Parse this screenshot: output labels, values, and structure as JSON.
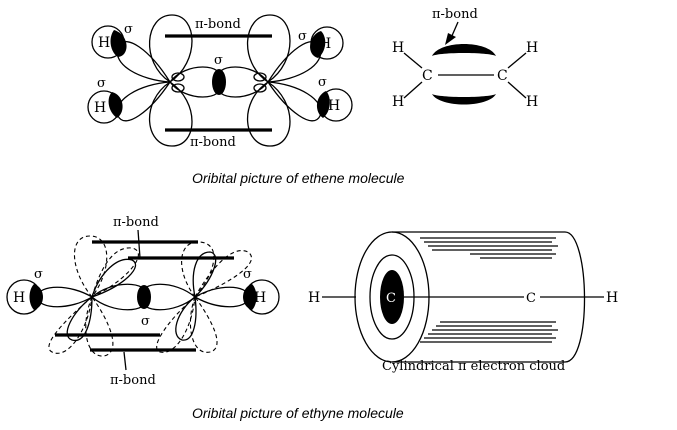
{
  "ethene": {
    "caption": "Oribital picture of ethene molecule",
    "pi_bond_top": "π-bond",
    "pi_bond_bottom": "π-bond",
    "pi_bond_simple": "π-bond",
    "sigma": "σ",
    "atoms": {
      "h": "H",
      "c": "C"
    }
  },
  "ethyne": {
    "caption": "Oribital picture of ethyne molecule",
    "pi_bond_top": "π-bond",
    "pi_bond_bottom": "π-bond",
    "sigma": "σ",
    "atoms": {
      "h": "H",
      "c": "C"
    },
    "cylinder_label": "Cylindrical π electron cloud"
  }
}
